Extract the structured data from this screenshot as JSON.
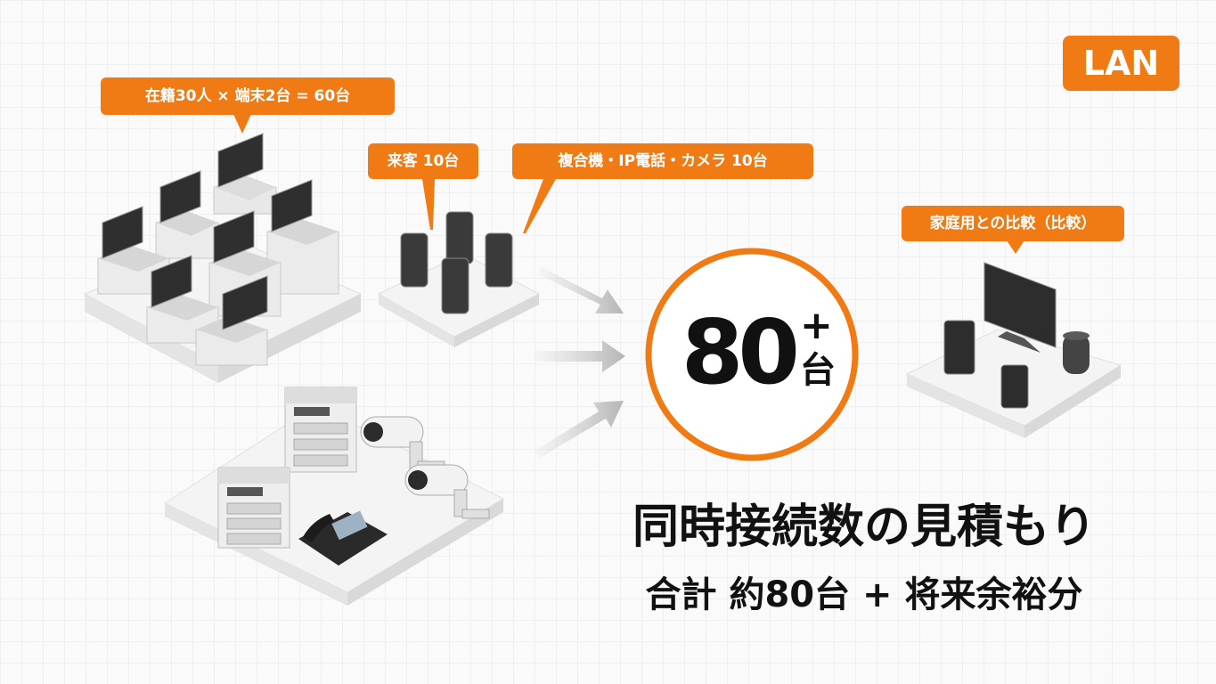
{
  "badge": {
    "label": "LAN"
  },
  "callouts": {
    "staff": "在籍30人 × 端末2台 = 60台",
    "guests": "来客 10台",
    "office": "複合機・IP電話・カメラ 10台",
    "home": "家庭用との比較（比較）"
  },
  "total": {
    "number": "80",
    "plus": "+",
    "unit": "台"
  },
  "heading": {
    "title": "同時接続数の見積もり",
    "subtitle": "合計 約80台 + 将来余裕分"
  },
  "colors": {
    "accent": "#f07a14",
    "text": "#111111",
    "platform": "#f3f3f3"
  }
}
